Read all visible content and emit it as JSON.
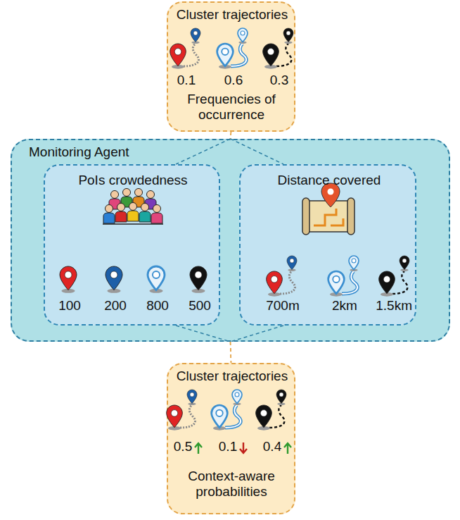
{
  "diagram": {
    "nodes": [
      {
        "text": [
          "Cluster trajectories",
          "0.1",
          "0.6",
          "0.3",
          "Frequencies of occurrence"
        ]
      },
      {
        "text": [
          "Monitoring Agent"
        ]
      },
      {
        "text": [
          "PoIs crowdedness",
          "100",
          "200",
          "800",
          "500"
        ],
        "in": 1
      },
      {
        "text": [
          "Distance covered",
          "700m",
          "2km",
          "1.5km"
        ],
        "in": 1
      },
      {
        "text": [
          "Cluster trajectories",
          "0.5",
          "0.1",
          "0.4",
          "Context-aware probabilities"
        ]
      }
    ],
    "edges": [
      {
        "from": 0,
        "to": 2,
        "arrow": "none"
      },
      {
        "from": 0,
        "to": 3,
        "arrow": "none"
      },
      {
        "from": 2,
        "to": 4,
        "arrow": "none"
      },
      {
        "from": 3,
        "to": 4,
        "arrow": "none"
      }
    ]
  }
}
